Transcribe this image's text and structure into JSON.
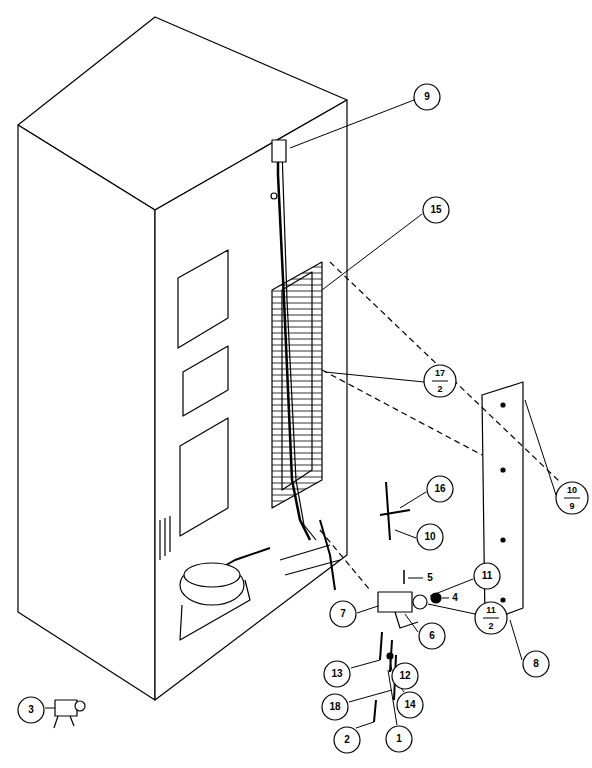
{
  "diagram": {
    "labels": [
      "9",
      "15",
      "17",
      "2",
      "16",
      "10",
      "5",
      "11",
      "4",
      "7",
      "6",
      "11",
      "2",
      "8",
      "10",
      "9",
      "13",
      "12",
      "18",
      "2",
      "1",
      "14",
      "3"
    ]
  }
}
